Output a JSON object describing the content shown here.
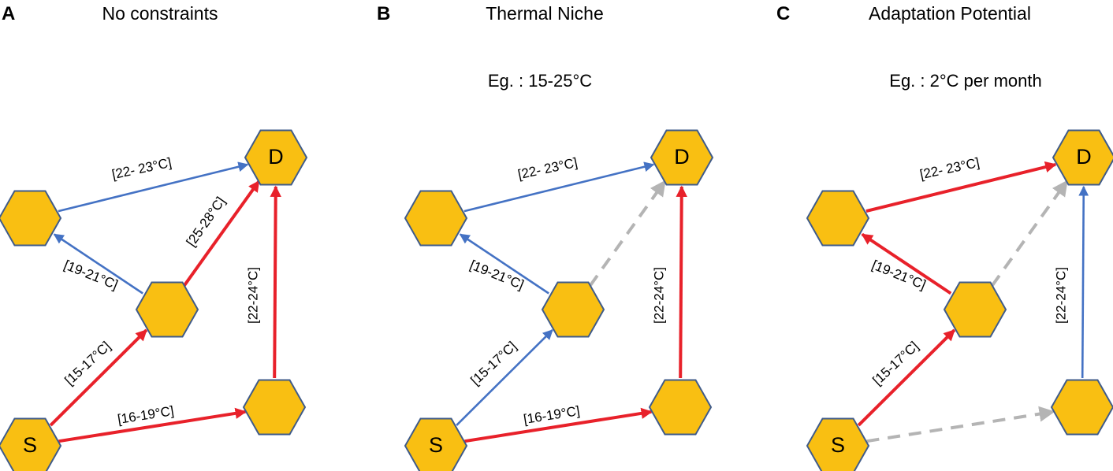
{
  "colors": {
    "red": "#e8212a",
    "blue": "#4472c4",
    "gray": "#b4b4b4",
    "node_fill": "#f9bf12",
    "node_stroke": "#3f5b8a"
  },
  "panels": [
    {
      "letter": "A",
      "title": "No constraints",
      "subtitle": "",
      "nodes": {
        "S": "S",
        "D": "D"
      },
      "edges": {
        "s_mid": {
          "label": "[15-17°C]",
          "color": "red"
        },
        "s_br": {
          "label": "[16-19°C]",
          "color": "red"
        },
        "mid_left": {
          "label": "[19-21°C]",
          "color": "blue"
        },
        "mid_d": {
          "label": "[25-28°C]",
          "color": "red"
        },
        "left_d": {
          "label": "[22- 23°C]",
          "color": "blue"
        },
        "br_d": {
          "label": "[22-24°C]",
          "color": "red"
        }
      }
    },
    {
      "letter": "B",
      "title": "Thermal Niche",
      "subtitle": "Eg. : 15-25°C",
      "nodes": {
        "S": "S",
        "D": "D"
      },
      "edges": {
        "s_mid": {
          "label": "[15-17°C]",
          "color": "blue"
        },
        "s_br": {
          "label": "[16-19°C]",
          "color": "red"
        },
        "mid_left": {
          "label": "[19-21°C]",
          "color": "blue"
        },
        "mid_d": {
          "label": "",
          "color": "gray"
        },
        "left_d": {
          "label": "[22- 23°C]",
          "color": "blue"
        },
        "br_d": {
          "label": "[22-24°C]",
          "color": "red"
        }
      }
    },
    {
      "letter": "C",
      "title": "Adaptation Potential",
      "subtitle": "Eg. : 2°C per month",
      "nodes": {
        "S": "S",
        "D": "D"
      },
      "edges": {
        "s_mid": {
          "label": "[15-17°C]",
          "color": "red"
        },
        "s_br": {
          "label": "",
          "color": "gray"
        },
        "mid_left": {
          "label": "[19-21°C]",
          "color": "red"
        },
        "mid_d": {
          "label": "",
          "color": "gray"
        },
        "left_d": {
          "label": "[22- 23°C]",
          "color": "red"
        },
        "br_d": {
          "label": "[22-24°C]",
          "color": "blue"
        }
      }
    }
  ]
}
